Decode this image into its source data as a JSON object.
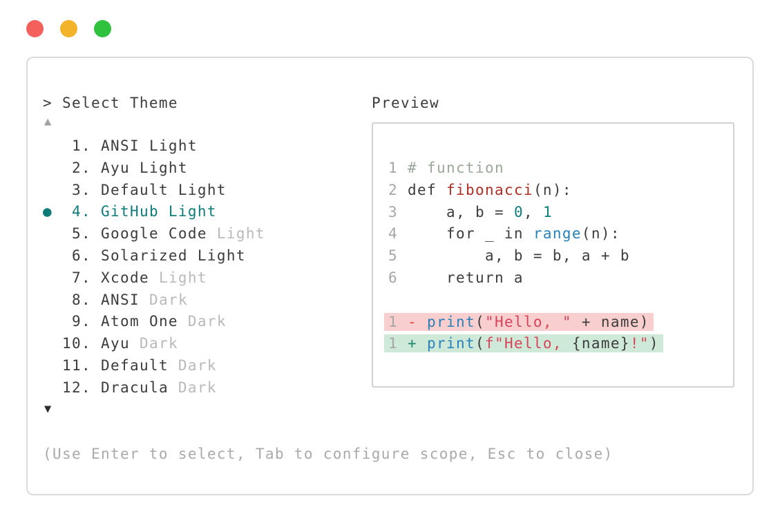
{
  "window": {
    "traffic_lights": [
      {
        "name": "close-button",
        "color": "#f4615c"
      },
      {
        "name": "minimize-button",
        "color": "#f3b32b"
      },
      {
        "name": "zoom-button",
        "color": "#30c13e"
      }
    ]
  },
  "picker": {
    "title": "> Select Theme",
    "up_arrow": "▲",
    "down_arrow": "▼",
    "bullet": "●",
    "items": [
      {
        "number": "1",
        "name": "ANSI Light",
        "variant_dim": "",
        "selected": false
      },
      {
        "number": "2",
        "name": "Ayu Light",
        "variant_dim": "",
        "selected": false
      },
      {
        "number": "3",
        "name": "Default Light",
        "variant_dim": "",
        "selected": false
      },
      {
        "number": "4",
        "name": "GitHub Light",
        "variant_dim": "",
        "selected": true
      },
      {
        "number": "5",
        "name": "Google Code",
        "variant_dim": "Light",
        "selected": false
      },
      {
        "number": "6",
        "name": "Solarized Light",
        "variant_dim": "",
        "selected": false
      },
      {
        "number": "7",
        "name": "Xcode",
        "variant_dim": "Light",
        "selected": false
      },
      {
        "number": "8",
        "name": "ANSI",
        "variant_dim": "Dark",
        "selected": false
      },
      {
        "number": "9",
        "name": "Atom One",
        "variant_dim": "Dark",
        "selected": false
      },
      {
        "number": "10",
        "name": "Ayu",
        "variant_dim": "Dark",
        "selected": false
      },
      {
        "number": "11",
        "name": "Default",
        "variant_dim": "Dark",
        "selected": false
      },
      {
        "number": "12",
        "name": "Dracula",
        "variant_dim": "Dark",
        "selected": false
      }
    ]
  },
  "preview": {
    "label": "Preview",
    "lines": [
      {
        "tokens": [
          {
            "t": "1 ",
            "c": "linenum"
          },
          {
            "t": "# function",
            "c": "comment"
          }
        ]
      },
      {
        "tokens": [
          {
            "t": "2 ",
            "c": "linenum"
          },
          {
            "t": "def ",
            "c": "text"
          },
          {
            "t": "fibonacci",
            "c": "funcred"
          },
          {
            "t": "(n):",
            "c": "text"
          }
        ]
      },
      {
        "tokens": [
          {
            "t": "3 ",
            "c": "linenum"
          },
          {
            "t": "    a, b = ",
            "c": "text"
          },
          {
            "t": "0",
            "c": "number"
          },
          {
            "t": ", ",
            "c": "text"
          },
          {
            "t": "1",
            "c": "number"
          }
        ]
      },
      {
        "tokens": [
          {
            "t": "4 ",
            "c": "linenum"
          },
          {
            "t": "    for _ in ",
            "c": "text"
          },
          {
            "t": "range",
            "c": "builtin"
          },
          {
            "t": "(n):",
            "c": "text"
          }
        ]
      },
      {
        "tokens": [
          {
            "t": "5 ",
            "c": "linenum"
          },
          {
            "t": "        a, b = b, a + b",
            "c": "text"
          }
        ]
      },
      {
        "tokens": [
          {
            "t": "6 ",
            "c": "linenum"
          },
          {
            "t": "    return a",
            "c": "text"
          }
        ]
      },
      {
        "blank": true
      },
      {
        "diff": "red",
        "tokens": [
          {
            "t": "1 ",
            "c": "linenum"
          },
          {
            "t": "- ",
            "c": "removed"
          },
          {
            "t": "print",
            "c": "builtin"
          },
          {
            "t": "(",
            "c": "text"
          },
          {
            "t": "\"Hello, \"",
            "c": "string"
          },
          {
            "t": " + name)",
            "c": "text"
          }
        ]
      },
      {
        "diff": "green",
        "tokens": [
          {
            "t": "1 ",
            "c": "linenum"
          },
          {
            "t": "+ ",
            "c": "added"
          },
          {
            "t": "print",
            "c": "builtin"
          },
          {
            "t": "(",
            "c": "text"
          },
          {
            "t": "f\"Hello, ",
            "c": "string"
          },
          {
            "t": "{name}",
            "c": "text"
          },
          {
            "t": "!\"",
            "c": "string"
          },
          {
            "t": ")",
            "c": "text"
          }
        ]
      }
    ]
  },
  "footer": {
    "hint": "(Use Enter to select, Tab to configure scope, Esc to close)"
  },
  "colors": {
    "text": "#3c3c3c",
    "dim": "#b9b9b9",
    "selected_teal": "#0e7b79",
    "linenum": "#a6a6a6",
    "comment": "#9aa89a",
    "funcred": "#ae2d23",
    "builtin": "#2980b9",
    "number": "#0e7b79",
    "string": "#d9435a",
    "removed": "#de4a44",
    "added": "#1f8a6e",
    "diff_red_bg": "#f8cecf",
    "diff_green_bg": "#cfe9d9"
  }
}
